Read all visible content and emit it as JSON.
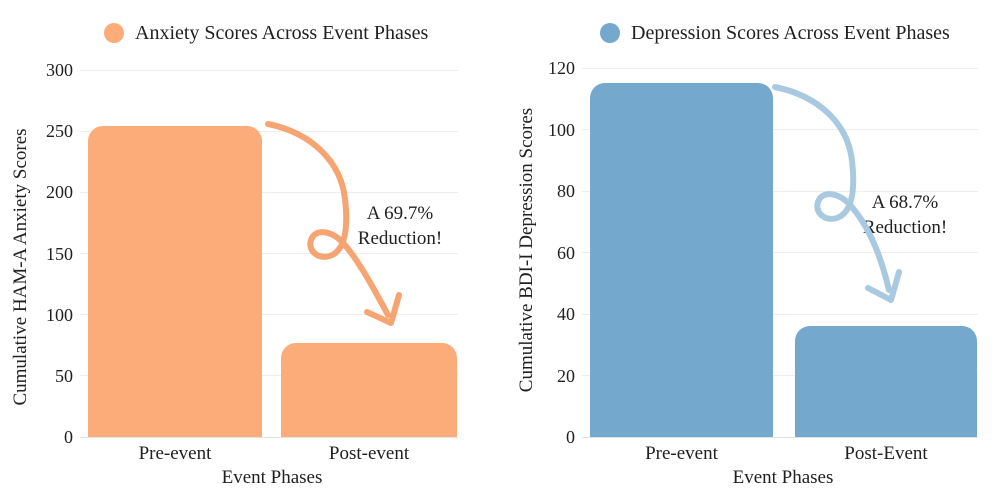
{
  "chart_data": [
    {
      "id": "anxiety",
      "type": "bar",
      "title": "Anxiety Scores Across Event Phases",
      "categories": [
        "Pre-event",
        "Post-event"
      ],
      "values": [
        254,
        77
      ],
      "xlabel": "Event Phases",
      "ylabel": "Cumulative HAM-A Anxiety Scores",
      "ylim": [
        0,
        300
      ],
      "yticks": [
        0,
        50,
        100,
        150,
        200,
        250,
        300
      ],
      "grid": true,
      "legend_position": "top",
      "bar_color": "#FBAC79",
      "arrow_color": "#F6A471",
      "annotation": {
        "line1": "A 69.7%",
        "line2": "Reduction!"
      }
    },
    {
      "id": "depression",
      "type": "bar",
      "title": "Depression Scores Across Event Phases",
      "categories": [
        "Pre-event",
        "Post-Event"
      ],
      "values": [
        115,
        36
      ],
      "xlabel": "Event Phases",
      "ylabel": "Cumulative BDI-I Depression Scores",
      "ylim": [
        0,
        120
      ],
      "yticks": [
        0,
        20,
        40,
        60,
        80,
        100,
        120
      ],
      "grid": true,
      "legend_position": "top",
      "bar_color": "#74A9CD",
      "arrow_color": "#A9C9E1",
      "annotation": {
        "line1": "A 68.7%",
        "line2": "Reduction!"
      }
    }
  ]
}
